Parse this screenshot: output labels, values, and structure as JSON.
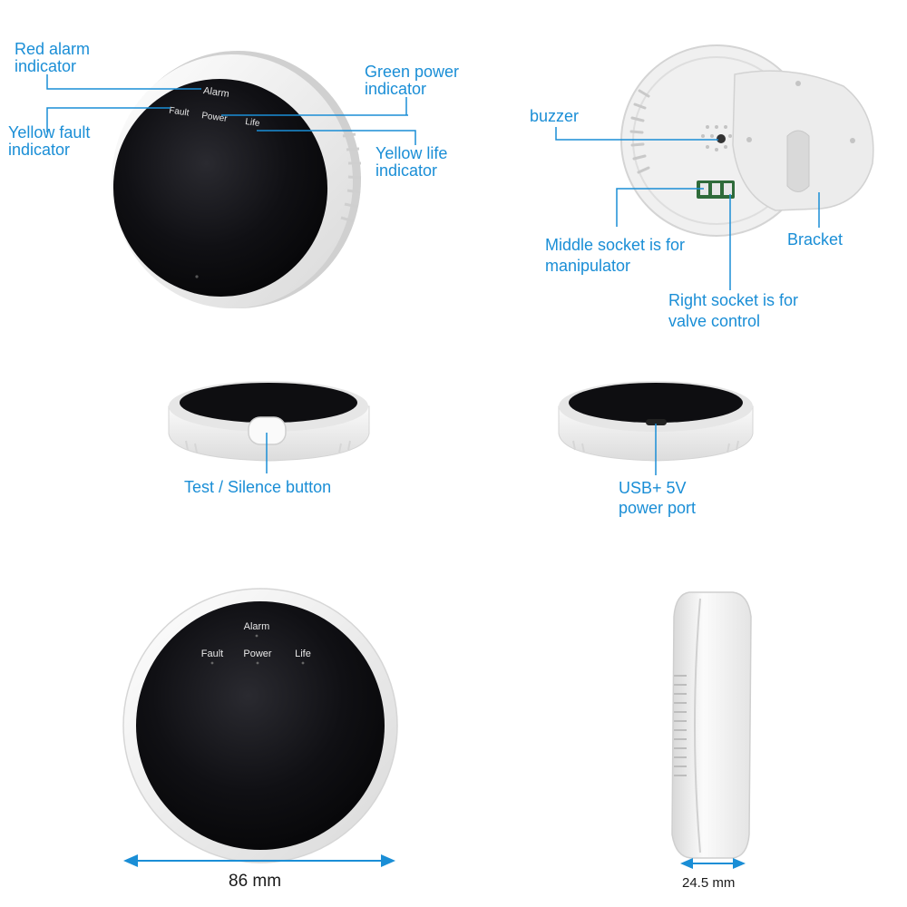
{
  "front_panel": {
    "alarm": "Alarm",
    "fault": "Fault",
    "power": "Power",
    "life": "Life"
  },
  "callouts": {
    "red_alarm": [
      "Red alarm",
      "indicator"
    ],
    "yellow_fault": [
      "Yellow fault",
      "indicator"
    ],
    "green_power": [
      "Green power",
      "indicator"
    ],
    "yellow_life": [
      "Yellow life",
      "indicator"
    ],
    "buzzer": "buzzer",
    "middle_socket": [
      "Middle socket is for",
      "manipulator"
    ],
    "bracket": "Bracket",
    "right_socket": [
      "Right socket is for",
      "valve control"
    ],
    "test_button": "Test / Silence button",
    "usb_port": [
      "USB+ 5V",
      "power port"
    ]
  },
  "dimensions": {
    "diameter": "86 mm",
    "thickness": "24.5 mm"
  },
  "colors": {
    "label": "#1a8ed6",
    "leader_line": "#1a8ed6",
    "face": "#0b0b0e",
    "shell": "#f3f3f3"
  }
}
